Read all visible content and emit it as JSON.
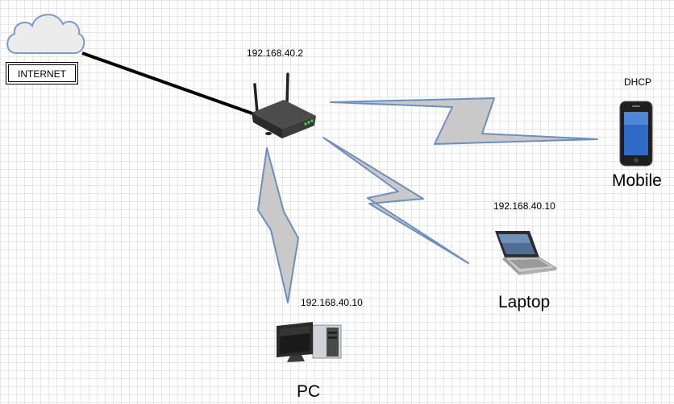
{
  "internet": {
    "label": "INTERNET"
  },
  "router": {
    "ip": "192.168.40.2"
  },
  "mobile": {
    "label": "Mobile",
    "ip": "DHCP"
  },
  "laptop": {
    "label": "Laptop",
    "ip": "192.168.40.10"
  },
  "pc": {
    "label": "PC",
    "ip": "192.168.40.10"
  },
  "colors": {
    "wireless_fill": "#c9c9c9",
    "wireless_stroke": "#6d8ebf",
    "wire": "#000000"
  }
}
